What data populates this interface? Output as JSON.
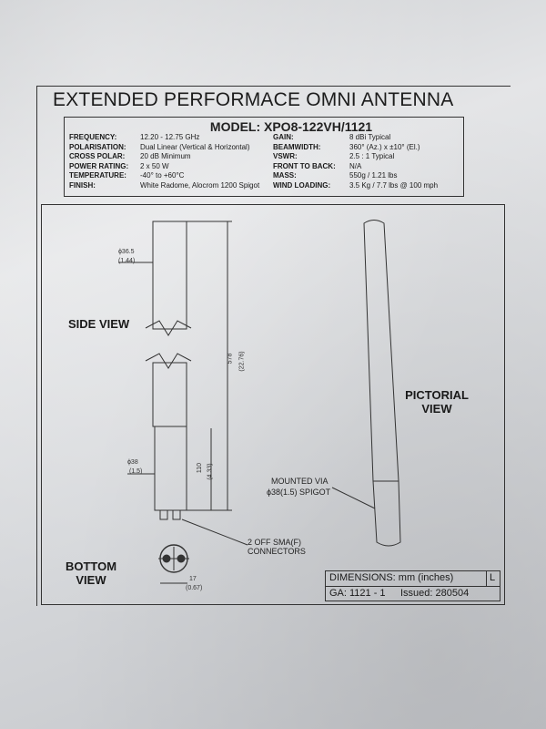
{
  "document": {
    "title": "EXTENDED PERFORMACE OMNI ANTENNA",
    "model": "MODEL: XPO8-122VH/1121"
  },
  "specs_left": [
    {
      "label": "FREQUENCY:",
      "value": "12.20 - 12.75 GHz"
    },
    {
      "label": "POLARISATION:",
      "value": "Dual Linear (Vertical & Horizontal)"
    },
    {
      "label": "CROSS POLAR:",
      "value": "20 dB Minimum"
    },
    {
      "label": "POWER RATING:",
      "value": "2 x 50 W"
    },
    {
      "label": "TEMPERATURE:",
      "value": "-40° to +60°C"
    },
    {
      "label": "FINISH:",
      "value": "White Radome, Alocrom 1200 Spigot"
    }
  ],
  "specs_right": [
    {
      "label": "GAIN:",
      "value": "8 dBi Typical"
    },
    {
      "label": "BEAMWIDTH:",
      "value": "360° (Az.) x ±10° (El.)"
    },
    {
      "label": "VSWR:",
      "value": "2.5 : 1 Typical"
    },
    {
      "label": "FRONT TO BACK:",
      "value": "N/A"
    },
    {
      "label": "MASS:",
      "value": "550g / 1.21 lbs"
    },
    {
      "label": "WIND LOADING:",
      "value": "3.5 Kg / 7.7 lbs @ 100 mph"
    }
  ],
  "views": {
    "side": "SIDE VIEW",
    "pictorial": "PICTORIAL VIEW",
    "bottom": "BOTTOM VIEW"
  },
  "dimensions": {
    "dia_top_mm": "ϕ36.5",
    "dia_top_in": "(1.44)",
    "dia_bottom_mm": "ϕ38",
    "dia_bottom_in": "(1.5)",
    "length_mm": "578",
    "length_in": "(22.76)",
    "spigot_mm": "110",
    "spigot_in": "(4.33)",
    "bottom_mm": "17",
    "bottom_in": "(0.67)"
  },
  "notes": {
    "connectors_1": "2 OFF SMA(F)",
    "connectors_2": "CONNECTORS",
    "mount_1": "MOUNTED VIA",
    "mount_2": "ϕ38(1.5) SPIGOT"
  },
  "footer": {
    "dimensions_label": "DIMENSIONS: mm (inches)",
    "sheet_letter": "L",
    "ga": "GA: 1121 - 1",
    "issued": "Issued:  280504"
  }
}
